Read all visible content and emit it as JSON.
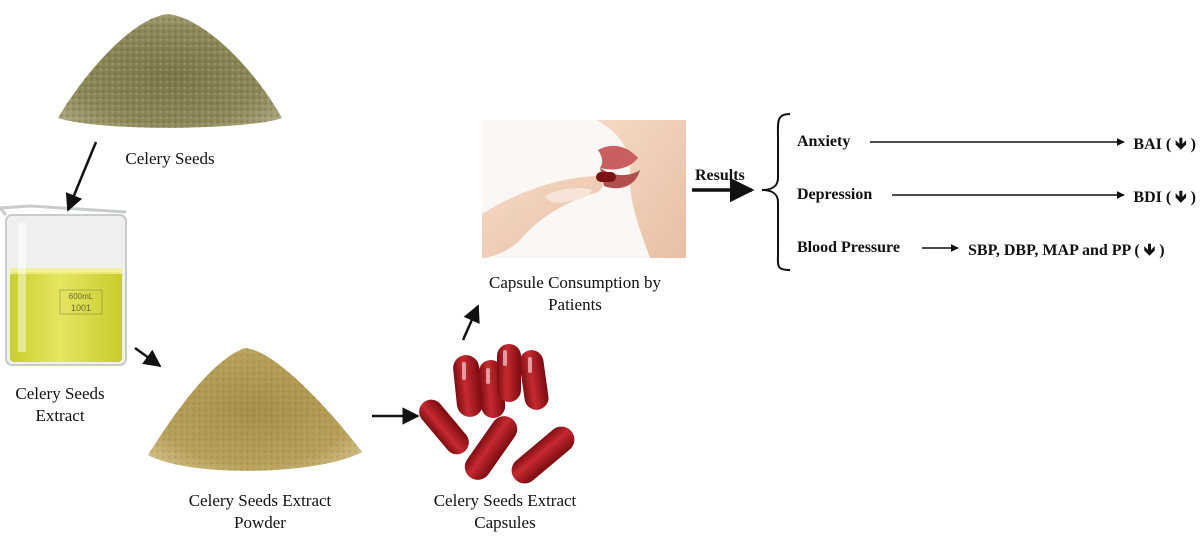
{
  "steps": {
    "seeds": "Celery Seeds",
    "extract_line1": "Celery Seeds",
    "extract_line2": "Extract",
    "powder_line1": "Celery Seeds Extract",
    "powder_line2": "Powder",
    "capsules_line1": "Celery Seeds Extract",
    "capsules_line2": "Capsules",
    "consumption_line1": "Capsule Consumption by",
    "consumption_line2": "Patients"
  },
  "results": {
    "label": "Results",
    "items": [
      {
        "name": "Anxiety",
        "measure": "BAI (",
        "trend": "down"
      },
      {
        "name": "Depression",
        "measure": "BDI (",
        "trend": "down"
      },
      {
        "name": "Blood Pressure",
        "measure": "SBP, DBP, MAP and PP (",
        "trend": "down"
      }
    ],
    "close_paren": ")",
    "down_glyph": "🡻"
  },
  "beaker_markings": {
    "top": "600mL",
    "bottom": "1001"
  },
  "colors": {
    "seeds": "#8a8455",
    "oil": "#d7d93b",
    "powder": "#b39a52",
    "capsule": "#a4161c",
    "skin": "#f2cdb5",
    "lips": "#c9605f",
    "arrow": "#111111"
  }
}
